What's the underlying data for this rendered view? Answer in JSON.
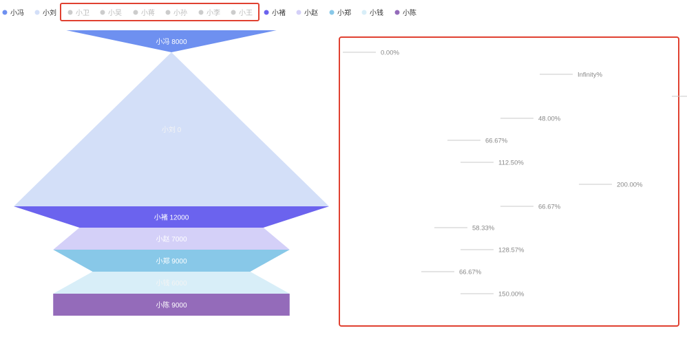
{
  "legend": {
    "items": [
      {
        "name": "小冯",
        "color": "#6e90f0",
        "active": true
      },
      {
        "name": "小刘",
        "color": "#d3dff8",
        "active": true
      },
      {
        "name": "小卫",
        "color": "#cccccc",
        "active": false
      },
      {
        "name": "小吴",
        "color": "#cccccc",
        "active": false
      },
      {
        "name": "小蒋",
        "color": "#cccccc",
        "active": false
      },
      {
        "name": "小孙",
        "color": "#cccccc",
        "active": false
      },
      {
        "name": "小李",
        "color": "#cccccc",
        "active": false
      },
      {
        "name": "小王",
        "color": "#cccccc",
        "active": false
      },
      {
        "name": "小褚",
        "color": "#6b63ee",
        "active": true
      },
      {
        "name": "小赵",
        "color": "#d4d0f8",
        "active": true
      },
      {
        "name": "小郑",
        "color": "#88c8e8",
        "active": true
      },
      {
        "name": "小钱",
        "color": "#d8eef8",
        "active": true
      },
      {
        "name": "小陈",
        "color": "#946bba",
        "active": true
      }
    ],
    "highlight_color": "#e04030"
  },
  "chart_data": {
    "type": "funnel",
    "series": [
      {
        "name": "小冯",
        "value": 8000,
        "label": "小冯 8000"
      },
      {
        "name": "小刘",
        "value": 0,
        "label": "小刘 0"
      },
      {
        "name": "小褚",
        "value": 12000,
        "label": "小褚 12000"
      },
      {
        "name": "小赵",
        "value": 7000,
        "label": "小赵 7000"
      },
      {
        "name": "小郑",
        "value": 9000,
        "label": "小郑 9000"
      },
      {
        "name": "小钱",
        "value": 6000,
        "label": "小钱 6000"
      },
      {
        "name": "小陈",
        "value": 9000,
        "label": "小陈 9000"
      }
    ],
    "conversion_labels": [
      "0.00%",
      "Infinity%",
      "",
      "48.00%",
      "66.67%",
      "112.50%",
      "200.00%",
      "66.67%",
      "58.33%",
      "128.57%",
      "66.67%",
      "150.00%"
    ]
  }
}
